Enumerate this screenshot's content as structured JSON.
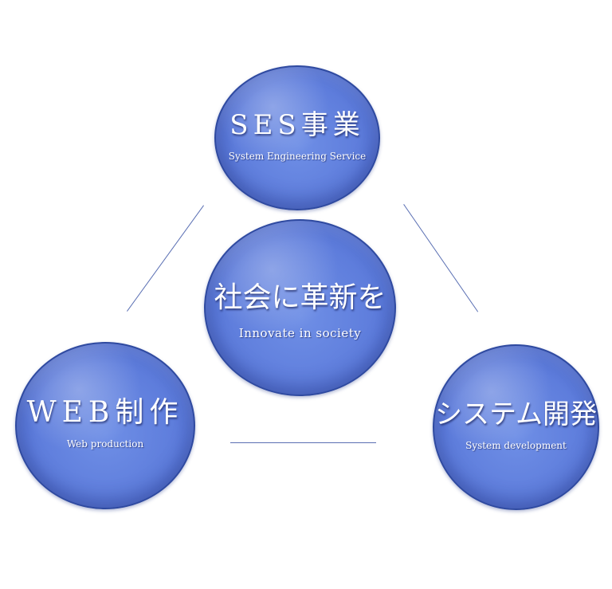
{
  "nodes": {
    "ses": {
      "title": "SES事業",
      "subtitle": "System Engineering Service"
    },
    "center": {
      "title": "社会に革新を",
      "subtitle": "Innovate in society"
    },
    "web": {
      "title": "WEB制作",
      "subtitle": "Web production"
    },
    "system": {
      "title": "システム開発",
      "subtitle": "System development"
    }
  },
  "colors": {
    "circle_fill": "#5e7ddc",
    "circle_border": "#2f4aa0",
    "connector": "#5a6fb3",
    "text": "#ffffff"
  }
}
